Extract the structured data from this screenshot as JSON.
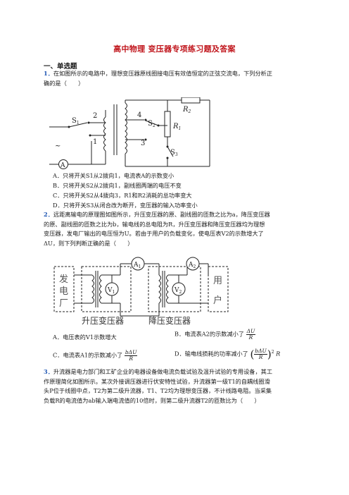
{
  "title": "高中物理 变压器专项练习题及答案",
  "section": "一、单选题",
  "q1": {
    "num": "1．",
    "stem_line1": "在如图所示的电路中，理想变压器原线圈接电压有效值恒定的正弦交流电，下列分析正",
    "stem_line2": "确的是（　　）",
    "figure": {
      "labels": [
        "S1",
        "2",
        "1",
        "~",
        "A",
        "4",
        "S2",
        "3",
        "R2",
        "R1",
        "S3"
      ]
    },
    "options": [
      "A．只将开关S1从2拨向1，电流表A的示数变小",
      "B．只将开关S2从2拨向1，副线圈两端的电压不变",
      "C．只将开关S2从4拨向3，R1和R2消耗的总功率变大",
      "D．只将开关S3从闭合改为断开，变压器的输入功率变小"
    ]
  },
  "q2": {
    "num": "2．",
    "stem_line1": "远距离输电的原理图如图所示，升压变压器的原、副线圈的匝数之比为a，降压变压器",
    "stem_line2": "的原、副线圈的匝数之比为b，输电线的总电阻为R，升压变压器和降压变压器均为理想",
    "stem_line3": "变压器，发电厂输出的电压恒为U。若由于用户的负载变化，使电压表V2的示数增大了",
    "stem_line4": "ΔU，则下列判断正确的是（　　）",
    "figure": {
      "plant": [
        "发",
        "电",
        "厂"
      ],
      "user": [
        "用",
        "户"
      ],
      "meters": [
        "A1",
        "A2",
        "V1",
        "V2"
      ],
      "caption_left": "升压变压器",
      "caption_right": "降压变压器"
    },
    "options": {
      "a": "A．电压表的V1示数增大",
      "b_prefix": "B．电流表A2的示数减小了",
      "c_prefix": "C．电流表A1的示数减小了",
      "d_prefix": "D．输电线损耗的功率减小了",
      "frac_du": "ΔU",
      "frac_bdu": "bΔU",
      "frac_den": "R",
      "d_suffix": "R"
    }
  },
  "q3": {
    "num": "3．",
    "line1": "升流器是电力部门和工矿企业的电器设备做电流负载试验及温升试验的专用设备，其工",
    "line2": "作原理简化如图所示。某次外接调压器进行伏安特性试验，升流器第一级T1的自耦线圈滑",
    "line3": "头P位于线圈中点，T2为第二级升流器，T1、T2均为理想变压器，不计线路电阻。当采集",
    "line4": "负载R的电流值为ab输入端电流值的10倍时，则第二级升流器T2的匝数比为（　　）"
  }
}
